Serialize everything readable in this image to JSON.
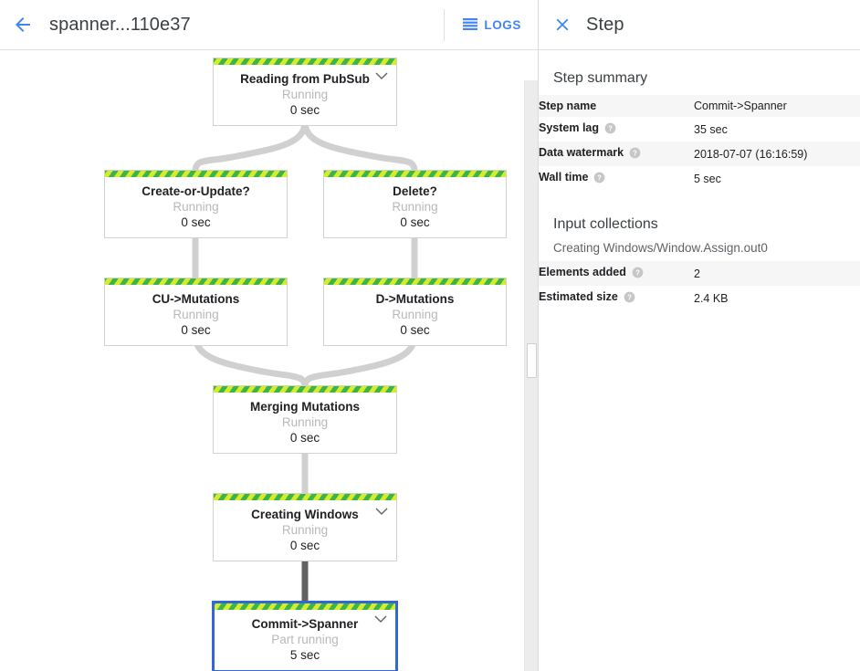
{
  "topbar": {
    "back_icon": "arrow-back-icon",
    "title": "spanner...110e37",
    "logs_label": "LOGS",
    "logs_icon": "logs-list-icon"
  },
  "graph": {
    "nodes": [
      {
        "id": "reading-from-pubsub",
        "title": "Reading from PubSub",
        "status": "Running",
        "time": "0 sec",
        "expandable": true,
        "selected": false
      },
      {
        "id": "create-or-update",
        "title": "Create-or-Update?",
        "status": "Running",
        "time": "0 sec",
        "expandable": false,
        "selected": false
      },
      {
        "id": "delete",
        "title": "Delete?",
        "status": "Running",
        "time": "0 sec",
        "expandable": false,
        "selected": false
      },
      {
        "id": "cu-mutations",
        "title": "CU->Mutations",
        "status": "Running",
        "time": "0 sec",
        "expandable": false,
        "selected": false
      },
      {
        "id": "d-mutations",
        "title": "D->Mutations",
        "status": "Running",
        "time": "0 sec",
        "expandable": false,
        "selected": false
      },
      {
        "id": "merging-mutations",
        "title": "Merging Mutations",
        "status": "Running",
        "time": "0 sec",
        "expandable": false,
        "selected": false
      },
      {
        "id": "creating-windows",
        "title": "Creating Windows",
        "status": "Running",
        "time": "0 sec",
        "expandable": true,
        "selected": false
      },
      {
        "id": "commit-spanner",
        "title": "Commit->Spanner",
        "status": "Part running",
        "time": "5 sec",
        "expandable": true,
        "selected": true
      }
    ],
    "edge_color": "#d0d0d0",
    "edge_highlight_color": "#616161",
    "node_bar_colors": [
      "#d4ec2b",
      "#3cb44a"
    ],
    "selected_border_color": "#3367d6",
    "scrollbar": {
      "name": "graph-vertical-scrollbar"
    }
  },
  "panel": {
    "close_icon": "close-icon",
    "title": "Step",
    "summary": {
      "heading": "Step summary",
      "rows": [
        {
          "label": "Step name",
          "value": "Commit->Spanner",
          "help": false
        },
        {
          "label": "System lag",
          "value": "35 sec",
          "help": true
        },
        {
          "label": "Data watermark",
          "value": "2018-07-07 (16:16:59)",
          "help": true
        },
        {
          "label": "Wall time",
          "value": "5 sec",
          "help": true
        }
      ]
    },
    "input_collections": {
      "heading": "Input collections",
      "subtitle": "Creating Windows/Window.Assign.out0",
      "rows": [
        {
          "label": "Elements added",
          "value": "2",
          "help": true
        },
        {
          "label": "Estimated size",
          "value": "2.4 KB",
          "help": true
        }
      ]
    }
  }
}
